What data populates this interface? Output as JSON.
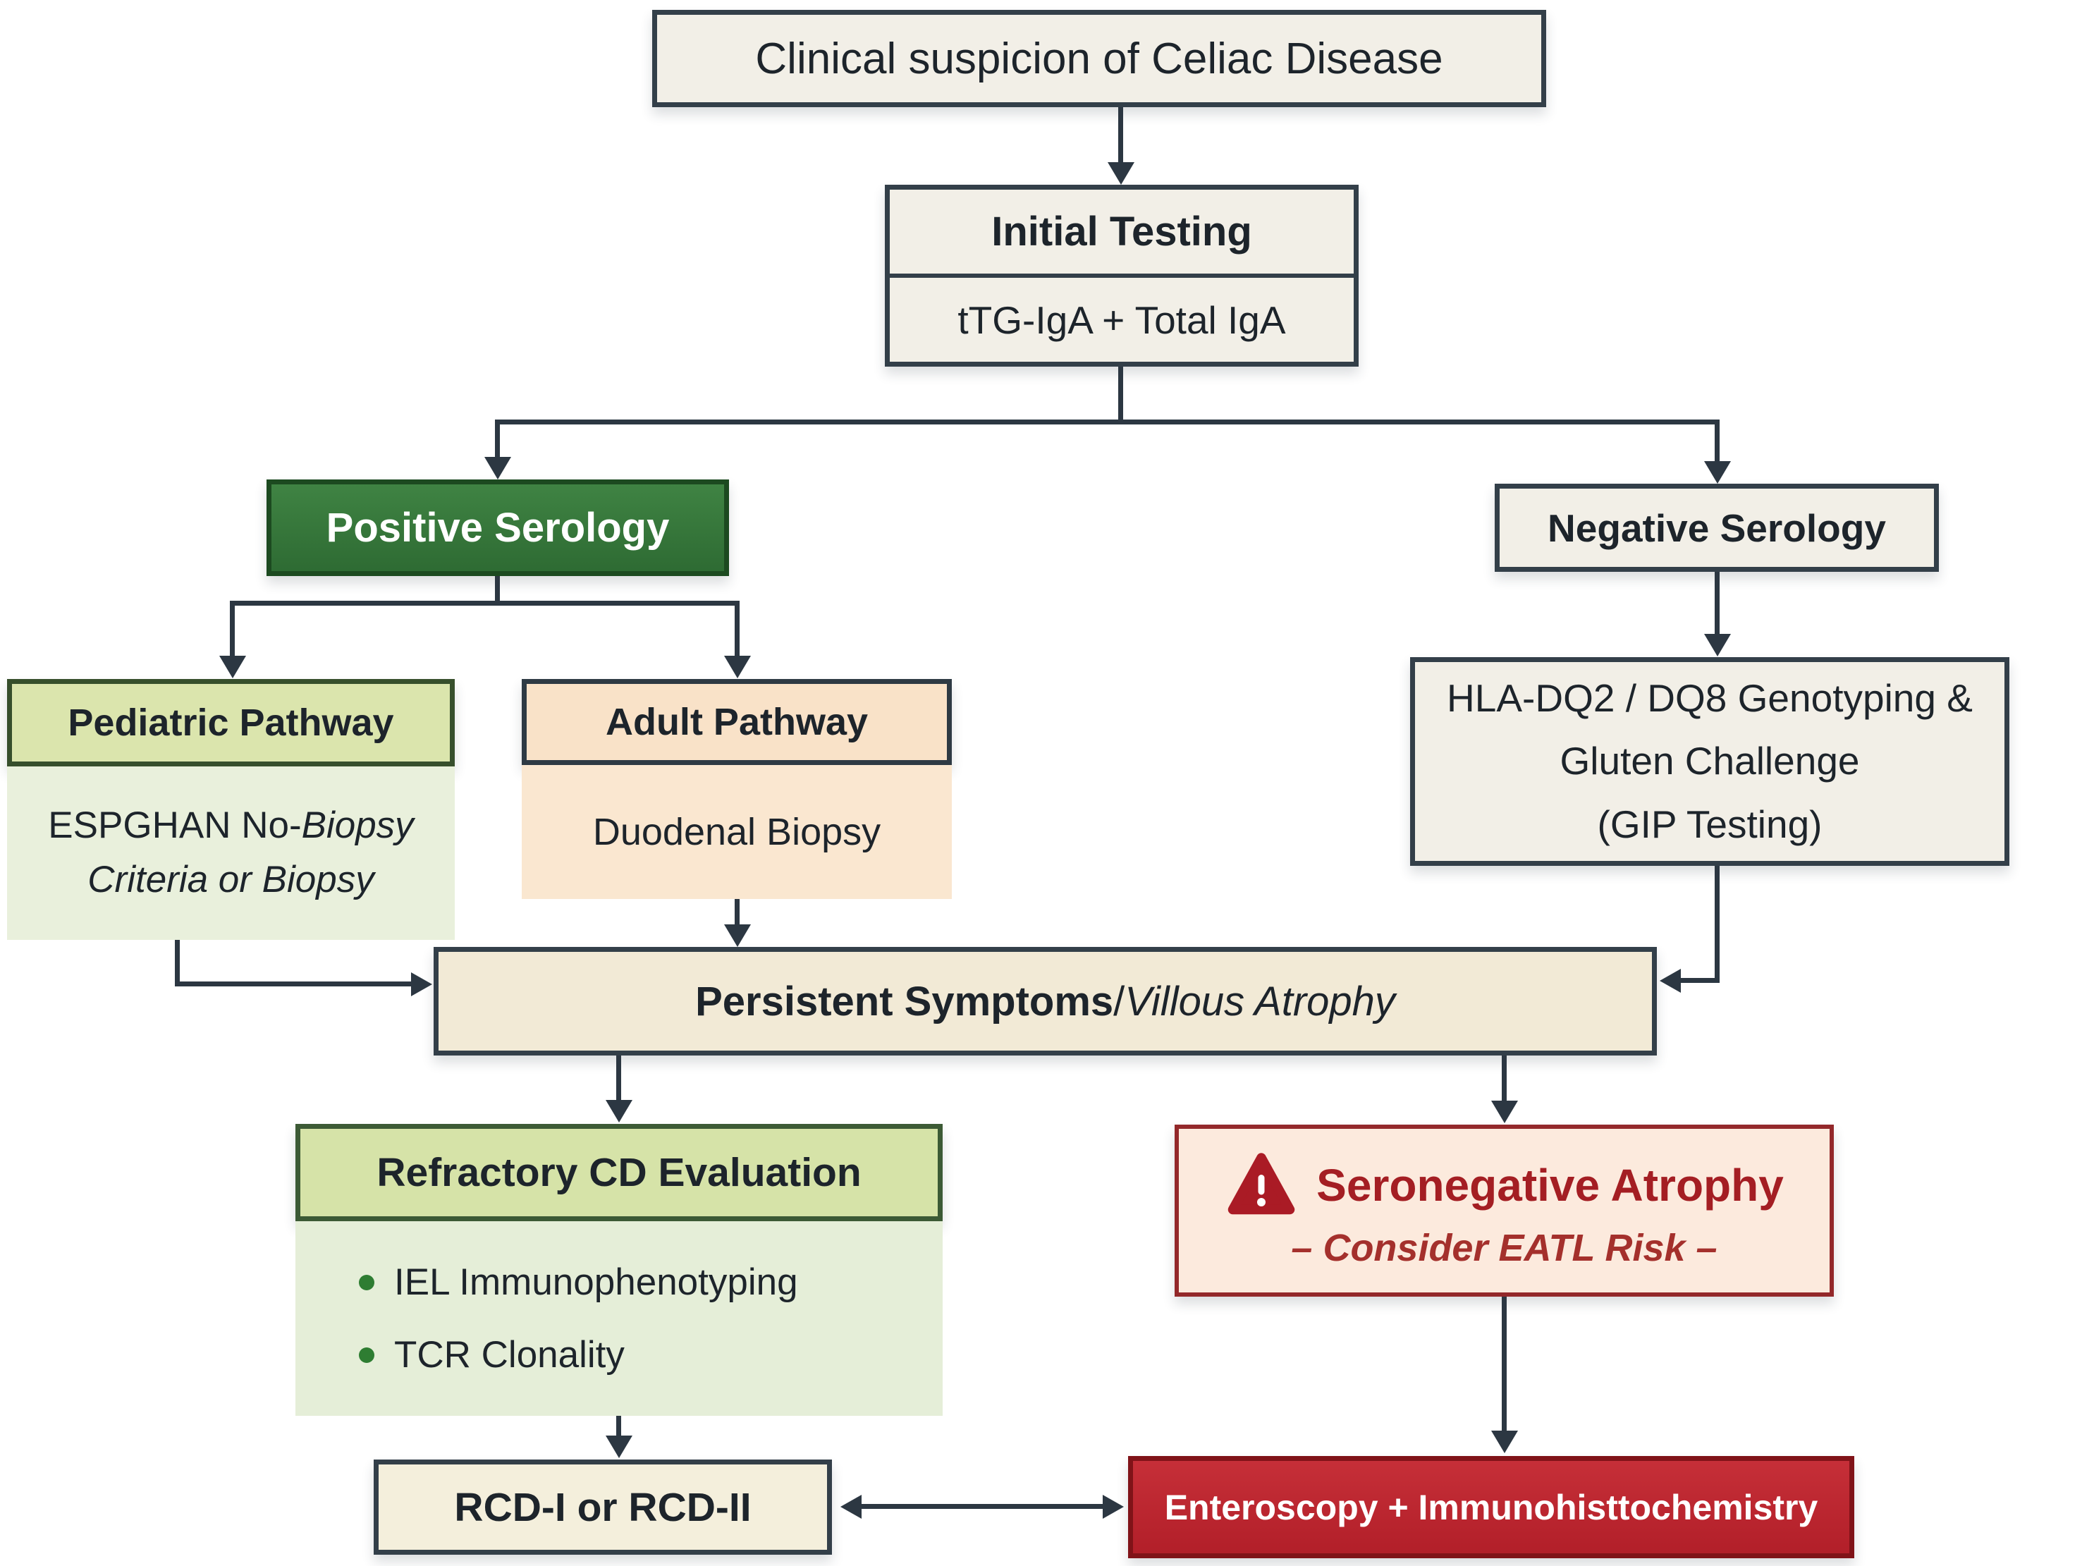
{
  "page": {
    "background": "#ffffff"
  },
  "colors": {
    "border_dark": "#333f49",
    "connector": "#2c3742",
    "cream_fill": "#f2efe7",
    "positive_green": "#35773a",
    "positive_green_border": "#1c4a20",
    "pediatric_header": "#dbe5ad",
    "pediatric_panel": "#e9f0dc",
    "adult_header": "#f9e2c8",
    "adult_panel": "#fae7d0",
    "refractory_header": "#d6e3a8",
    "refractory_panel": "#e5eed8",
    "bullet_green": "#2e7d32",
    "seronegative_fill": "#fceadd",
    "seronegative_border": "#93282a",
    "seronegative_text": "#a41e23",
    "enteroscopy_red": "#bc2731",
    "enteroscopy_border": "#801318",
    "persistent_fill": "#f2ead6"
  },
  "nodes": {
    "clinical_suspicion": {
      "label": "Clinical suspicion of Celiac Disease"
    },
    "initial_testing": {
      "title": "Initial Testing",
      "subtitle": "tTG-IgA + Total IgA"
    },
    "positive_serology": {
      "label": "Positive Serology"
    },
    "negative_serology": {
      "label": "Negative Serology"
    },
    "pediatric": {
      "title": "Pediatric Pathway",
      "line1_regular": "ESPGHAN No-",
      "line1_italic": "Biopsy",
      "line2_italic": "Criteria or Biopsy"
    },
    "adult": {
      "title": "Adult Pathway",
      "body": "Duodenal Biopsy"
    },
    "hla": {
      "line1": "HLA-DQ2 / DQ8 Genotyping &",
      "line2": "Gluten Challenge",
      "line3": "(GIP Testing)"
    },
    "persistent": {
      "bold": "Persistent Symptoms",
      "sep": " / ",
      "italic": "Villous Atrophy"
    },
    "refractory": {
      "title": "Refractory CD Evaluation",
      "bullets": [
        "IEL Immunophenotyping",
        "TCR Clonality"
      ]
    },
    "seronegative": {
      "icon": "warning-triangle-icon",
      "title": "Seronegative Atrophy",
      "subtitle": "– Consider EATL Risk –"
    },
    "rcd": {
      "label": "RCD-I or RCD-II"
    },
    "enteroscopy": {
      "label": "Enteroscopy + Immunohisttochemistry"
    }
  }
}
